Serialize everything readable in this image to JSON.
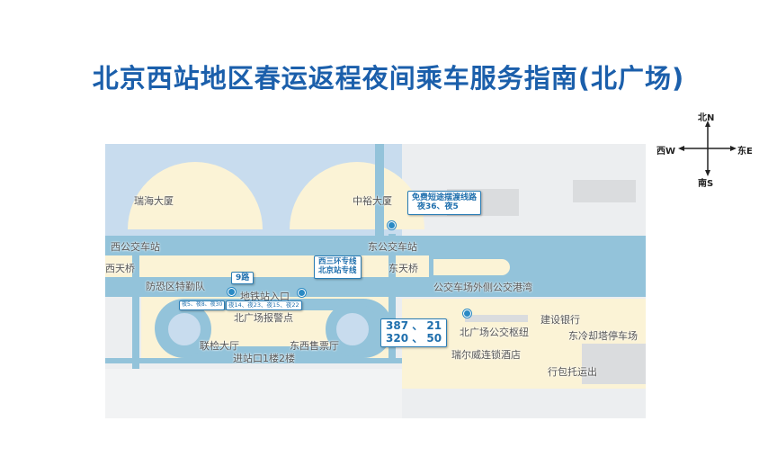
{
  "title": "北京西站地区春运返程夜间乘车服务指南(北广场)",
  "compass": {
    "north": "北N",
    "south": "南S",
    "west": "西W",
    "east": "东E"
  },
  "labels": {
    "ruihai": "瑞海大厦",
    "zhongyu": "中裕大厦",
    "west_bus": "西公交车站",
    "east_bus": "东公交车站",
    "west_bridge": "西天桥",
    "east_bridge": "东天桥",
    "fangkong": "防恐区特勤队",
    "subway": "地铁站入口",
    "police": "北广场报警点",
    "lianjian": "联检大厅",
    "ticket": "东西售票厅",
    "entrance": "进站口1楼2楼",
    "bay": "公交车场外侧公交港湾",
    "hub": "北广场公交枢纽",
    "bank": "建设银行",
    "tower_parking": "东冷却塔停车场",
    "hotel": "瑞尔威连锁酒店",
    "baggage": "行包托运出"
  },
  "callouts": {
    "shuttle": {
      "line1": "免费短途摆渡线路",
      "line2": "夜36、夜5"
    },
    "route9": "9路",
    "night_a": "夜5、夜8、夜30",
    "night_b": "夜14、夜23、夜15、夜22",
    "special": {
      "line1": "西三环专线",
      "line2": "北京站专线"
    },
    "hub_routes": {
      "line1": "387 、 21",
      "line2": "320 、 50"
    }
  },
  "colors": {
    "title": "#1b5fab",
    "road": "#93c3da",
    "building": "#c8dcee",
    "plaza": "#fbf3d6",
    "callout_border": "#2a7db5"
  }
}
